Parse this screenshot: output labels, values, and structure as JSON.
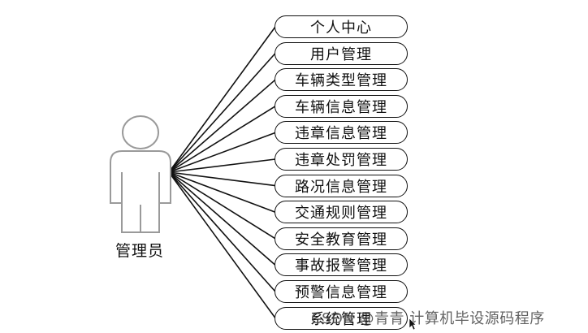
{
  "actor": {
    "label": "管理员"
  },
  "use_cases": [
    "个人中心",
    "用户管理",
    "车辆类型管理",
    "车辆信息管理",
    "违章信息管理",
    "违章处罚管理",
    "路况信息管理",
    "交通规则管理",
    "安全教育管理",
    "事故报警管理",
    "预警信息管理",
    "系统管理"
  ],
  "watermark": "CSDN @青青  计算机毕设源码程序",
  "colors": {
    "line": "#111111",
    "actor_stroke": "#9a9a9a",
    "background": "#ffffff"
  }
}
